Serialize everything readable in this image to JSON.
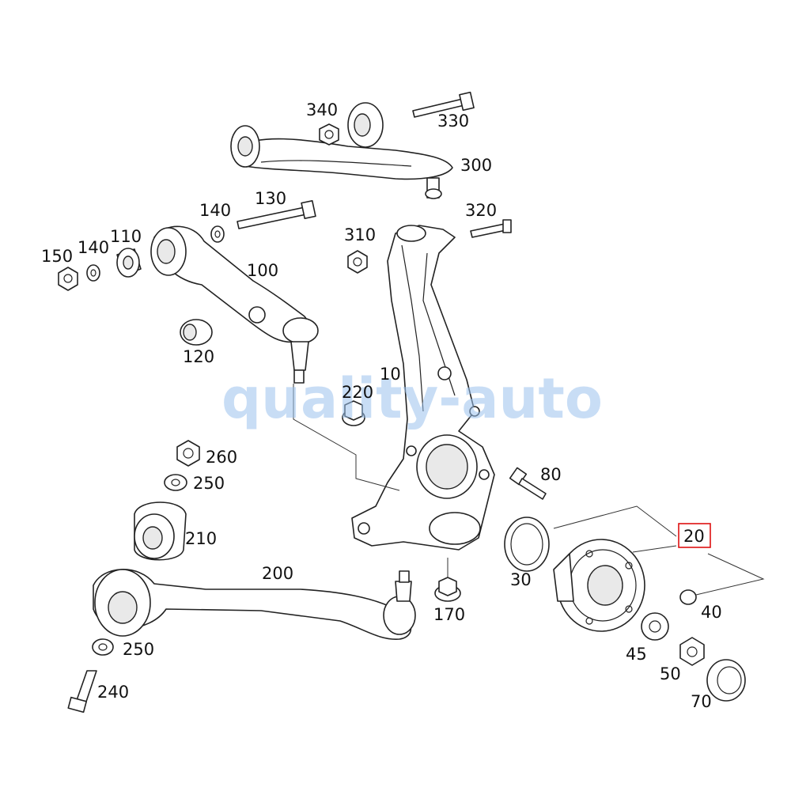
{
  "watermark": "quality-auto",
  "highlight_color": "#dd1111",
  "labels": {
    "p10": "10",
    "p20": "20",
    "p30": "30",
    "p40": "40",
    "p45": "45",
    "p50": "50",
    "p70": "70",
    "p80": "80",
    "p100": "100",
    "p110": "110",
    "p120": "120",
    "p130": "130",
    "p140a": "140",
    "p140b": "140",
    "p150": "150",
    "p170": "170",
    "p200": "200",
    "p210": "210",
    "p220": "220",
    "p240": "240",
    "p250a": "250",
    "p250b": "250",
    "p260": "260",
    "p300": "300",
    "p310": "310",
    "p320": "320",
    "p330": "330",
    "p340": "340"
  }
}
